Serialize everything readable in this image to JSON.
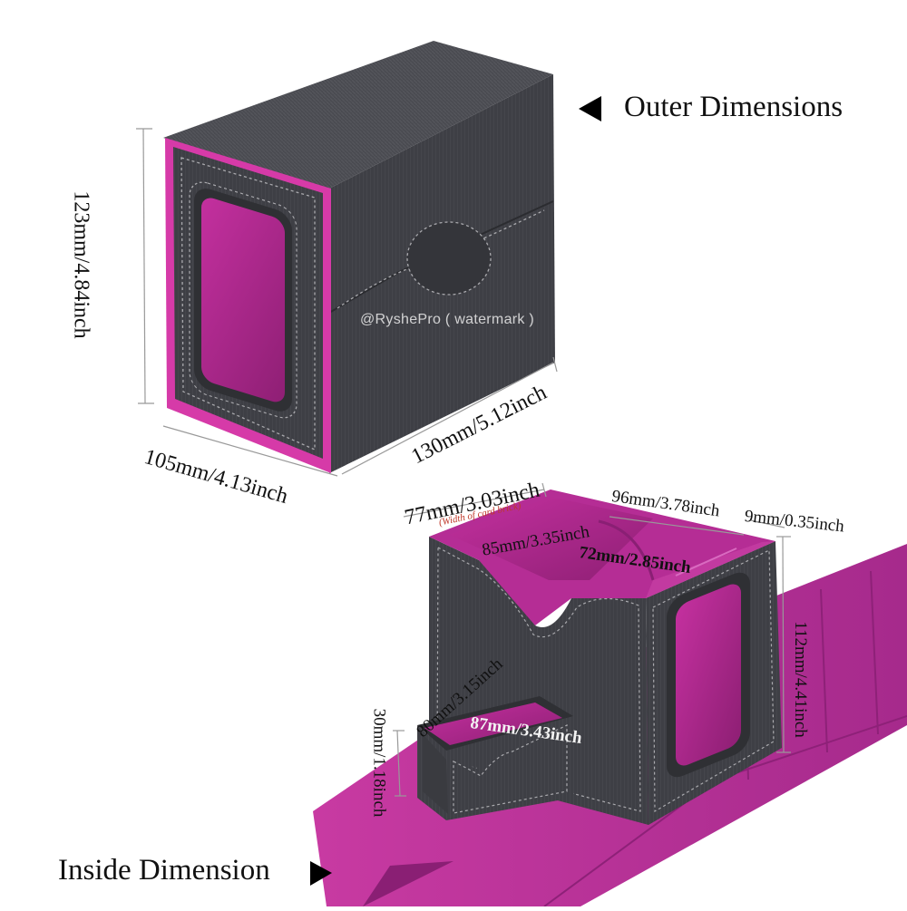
{
  "headings": {
    "outer": "Outer Dimensions",
    "inside": "Inside Dimension"
  },
  "watermark": "@RyshePro ( watermark )",
  "outer_box": {
    "height": "123mm/4.84inch",
    "width": "105mm/4.13inch",
    "depth": "130mm/5.12inch"
  },
  "inside_box": {
    "brick_width": "77mm/3.03inch",
    "brick_width_note": "(Width of card brick)",
    "depth_inner": "96mm/3.78inch",
    "wall": "9mm/0.35inch",
    "inner_length": "85mm/3.35inch",
    "inner_height": "72mm/2.85inch",
    "tall_height": "112mm/4.41inch",
    "tray_depth": "80mm/3.15inch",
    "tray_length": "87mm/3.43inch",
    "tray_height": "30mm/1.18inch"
  },
  "colors": {
    "box_leather": "#3e3f45",
    "box_leather_light": "#54555c",
    "lining_magenta": "#b42a93",
    "edge_magenta": "#d63aa8",
    "stitching": "#a9a9ad",
    "guide_lines": "#999999",
    "arrow_color": "#000000"
  },
  "icons": [
    "arrow-left-icon",
    "arrow-right-icon"
  ]
}
